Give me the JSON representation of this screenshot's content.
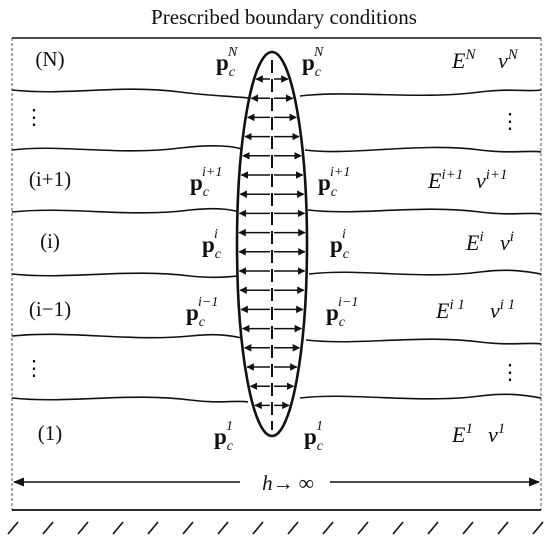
{
  "title": "Prescribed boundary conditions",
  "layers": [
    {
      "index": "(N)",
      "p_sup": "N",
      "E_sup": "N",
      "v_sup": "N"
    },
    {
      "index": "⋮",
      "vdots": true
    },
    {
      "index": "(i+1)",
      "p_sup": "i+1",
      "E_sup": "i+1",
      "v_sup": "i+1"
    },
    {
      "index": "(i)",
      "p_sup": "i",
      "E_sup": "i",
      "v_sup": "i"
    },
    {
      "index": "(i−1)",
      "p_sup": "i−1",
      "E_sup": "i 1",
      "v_sup": "i 1"
    },
    {
      "index": "⋮",
      "vdots": true
    },
    {
      "index": "(1)",
      "p_sup": "1",
      "E_sup": "1",
      "v_sup": "1"
    }
  ],
  "symbols": {
    "p": "p",
    "p_sub": "c",
    "E": "E",
    "v": "v"
  },
  "width_label": "h→ ∞",
  "colors": {
    "line": "#111111",
    "border": "#555555",
    "background": "#ffffff"
  }
}
